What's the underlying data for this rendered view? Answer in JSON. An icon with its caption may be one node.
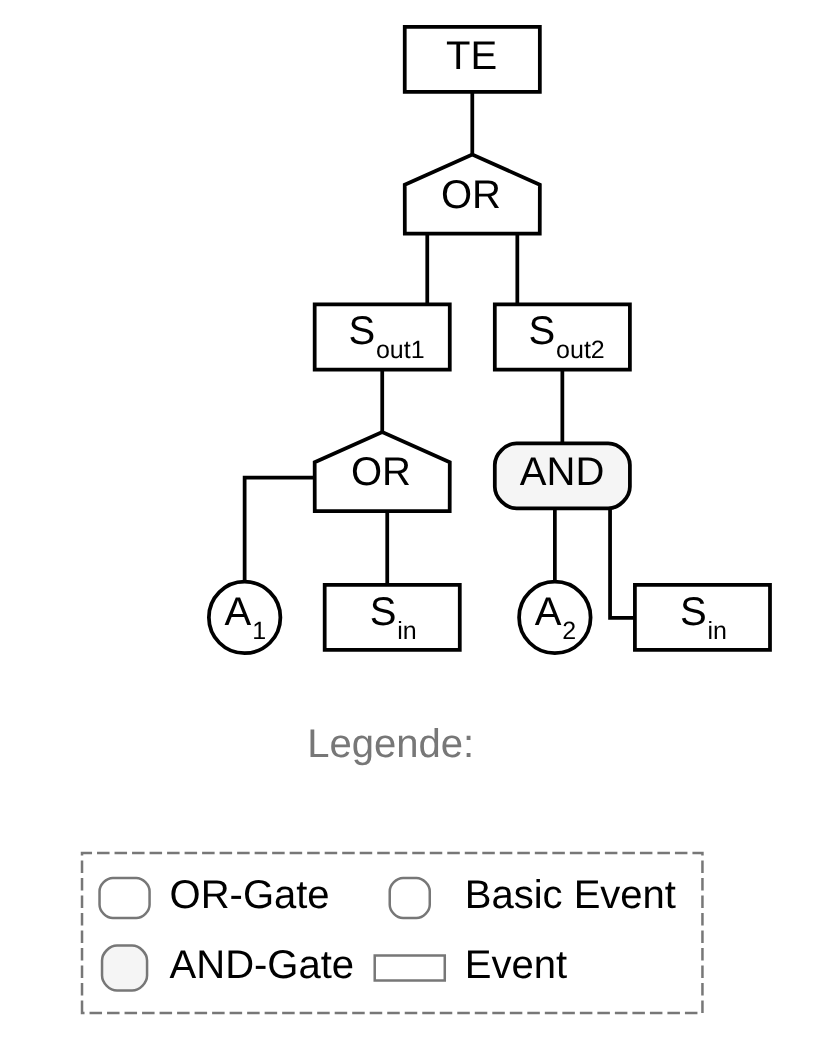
{
  "diagram": {
    "nodes": [
      {
        "text": [
          "TE"
        ]
      },
      {
        "text": [
          "OR"
        ]
      },
      {
        "text": [
          "S$_{out1}$"
        ]
      },
      {
        "text": [
          "S$_{out2}$"
        ]
      },
      {
        "text": [
          "OR"
        ]
      },
      {
        "text": [
          "AND"
        ]
      },
      {
        "text": [
          "A$_{1}$"
        ]
      },
      {
        "text": [
          "S$_{in}$"
        ]
      },
      {
        "text": [
          "A$_{2}$"
        ]
      },
      {
        "text": [
          "S$_{in}$"
        ]
      }
    ],
    "edges": [
      {
        "from": 0,
        "to": 1,
        "arrow": "none"
      },
      {
        "from": 1,
        "to": 2,
        "arrow": "none"
      },
      {
        "from": 1,
        "to": 3,
        "arrow": "none"
      },
      {
        "from": 2,
        "to": 4,
        "arrow": "none"
      },
      {
        "from": 3,
        "to": 5,
        "arrow": "none"
      },
      {
        "from": 4,
        "to": 6,
        "arrow": "none"
      },
      {
        "from": 4,
        "to": 7,
        "arrow": "none"
      },
      {
        "from": 5,
        "to": 8,
        "arrow": "none"
      },
      {
        "from": 5,
        "to": 9,
        "arrow": "none"
      }
    ],
    "labels": [
      "Legende:"
    ],
    "legend": [
      {
        "text": "OR-Gate"
      },
      {
        "text": "Basic Event"
      },
      {
        "text": "AND-Gate"
      },
      {
        "text": "Event"
      }
    ]
  }
}
